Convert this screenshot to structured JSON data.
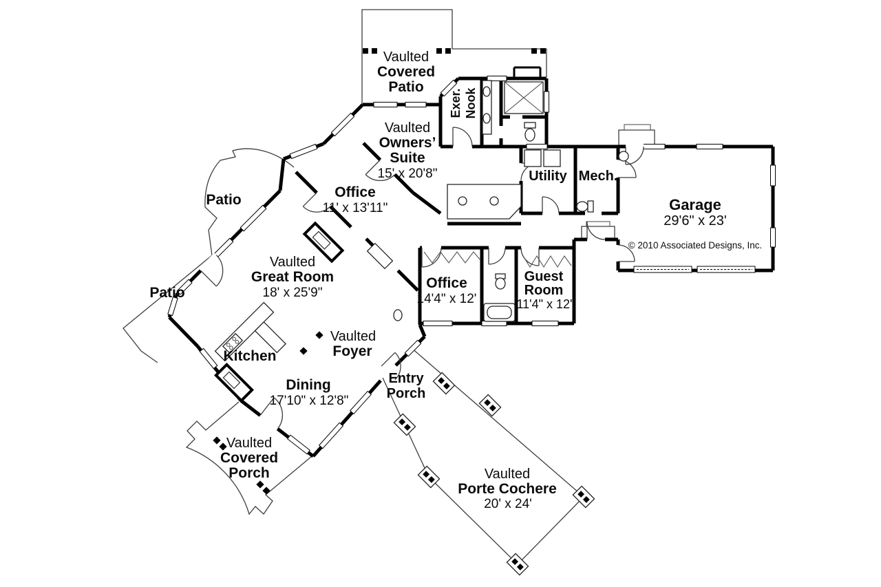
{
  "meta": {
    "copyright": "© 2010 Associated Designs, Inc."
  },
  "colors": {
    "wall": "#000000",
    "thin_line": "#3d3d3d",
    "background": "#ffffff"
  },
  "rooms": {
    "covered_patio": {
      "prefix": "Vaulted",
      "name1": "Covered",
      "name2": "Patio"
    },
    "exer_nook": {
      "line1": "Exer.",
      "line2": "Nook"
    },
    "owners_suite": {
      "prefix": "Vaulted",
      "name1": "Owners’",
      "name2": "Suite",
      "dims": "15' x 20'8\""
    },
    "utility": {
      "name": "Utility"
    },
    "mech": {
      "name": "Mech."
    },
    "garage": {
      "name": "Garage",
      "dims": "29'6\" x 23'"
    },
    "office_upper": {
      "name": "Office",
      "dims": "11' x 13'11\""
    },
    "patio_upper": {
      "name": "Patio"
    },
    "patio_lower": {
      "name": "Patio"
    },
    "great_room": {
      "prefix": "Vaulted",
      "name": "Great Room",
      "dims": "18' x 25'9\""
    },
    "office_lower": {
      "name": "Office",
      "dims": "14'4\" x 12'"
    },
    "guest_room": {
      "name1": "Guest",
      "name2": "Room",
      "dims": "11'4\" x 12'"
    },
    "kitchen": {
      "name": "Kitchen"
    },
    "foyer": {
      "prefix": "Vaulted",
      "name": "Foyer"
    },
    "dining": {
      "name": "Dining",
      "dims": "17'10\" x 12'8\""
    },
    "entry_porch": {
      "name1": "Entry",
      "name2": "Porch"
    },
    "covered_porch": {
      "prefix": "Vaulted",
      "name1": "Covered",
      "name2": "Porch"
    },
    "porte_cochere": {
      "prefix": "Vaulted",
      "name": "Porte Cochere",
      "dims": "20' x 24'"
    }
  }
}
